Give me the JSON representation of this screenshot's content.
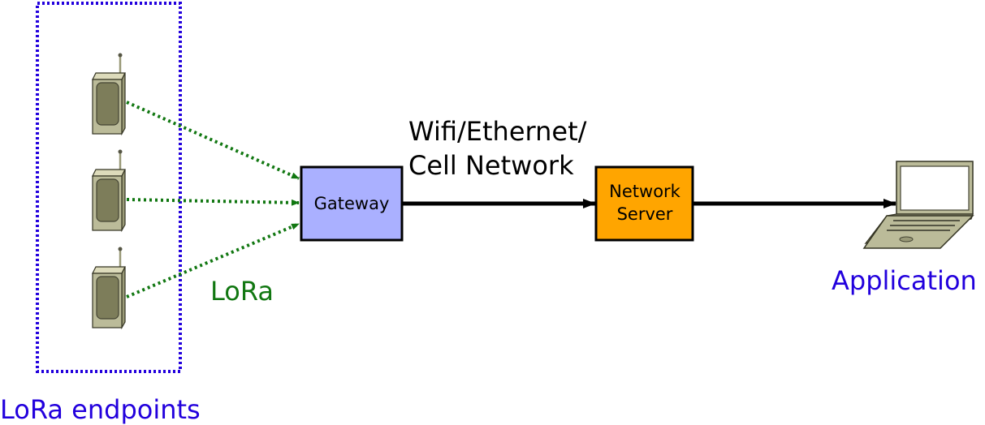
{
  "diagram": {
    "labels": {
      "lora_endpoints": "LoRa endpoints",
      "lora": "LoRa",
      "network_line1": "Wifi/Ethernet/",
      "network_line2": "Cell Network",
      "gateway": "Gateway",
      "network_server_line1": "Network",
      "network_server_line2": "Server",
      "application": "Application"
    },
    "colors": {
      "endpoint_group_border": "#2200dd",
      "lora_text": "#117711",
      "lora_link": "#117711",
      "gateway_fill": "#aab0ff",
      "server_fill": "#ffa500",
      "application_text": "#2200dd",
      "endpoints_text": "#2200dd",
      "device_body": "#bbbb99",
      "device_screen": "#7d7d5a",
      "link_solid": "#000000"
    },
    "icons": {
      "endpoint": "lora-device-icon",
      "application": "laptop-icon"
    }
  }
}
